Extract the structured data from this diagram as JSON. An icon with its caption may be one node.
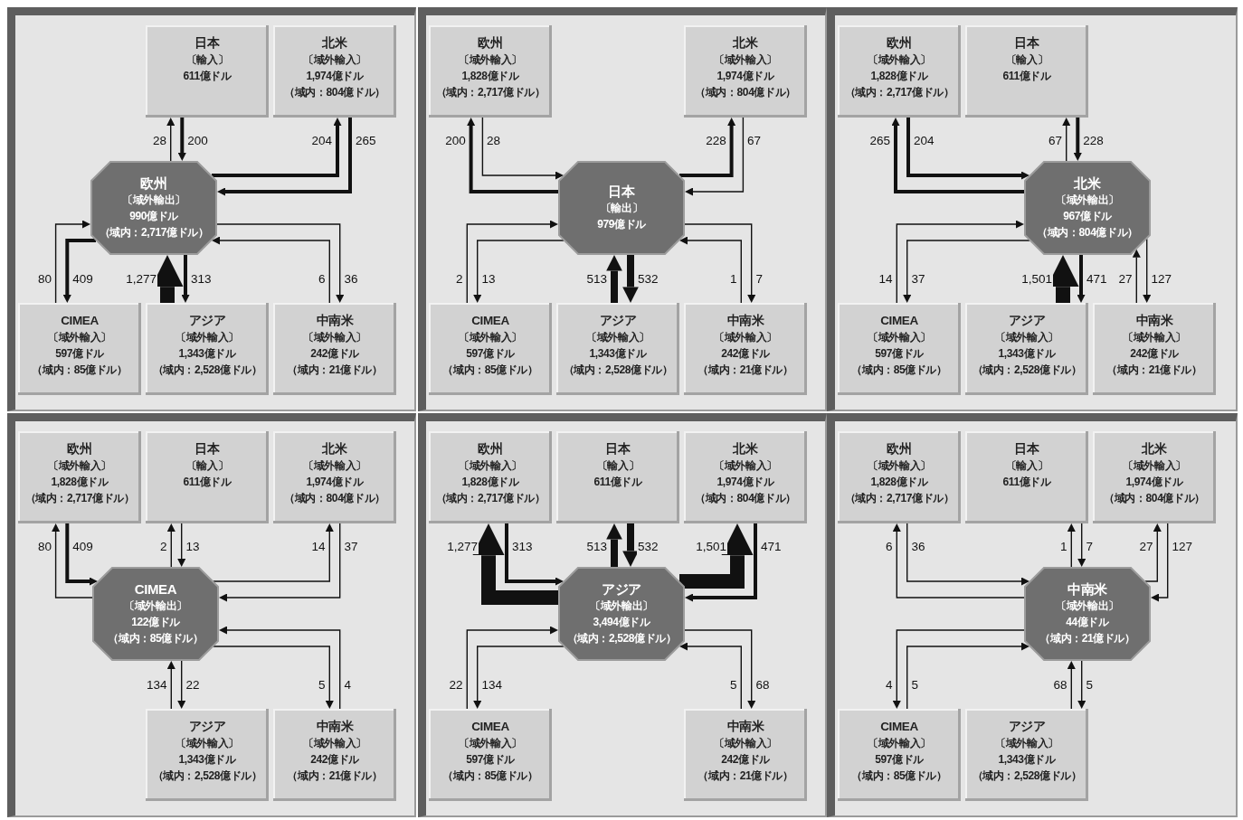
{
  "diagram": {
    "nodes": [
      {
        "text": [
          "日本",
          "〔輸入〕",
          "611億ドル"
        ]
      },
      {
        "text": [
          "北米",
          "〔域外輸入〕",
          "1,974億ドル",
          "（域内：804億ドル）"
        ]
      },
      {
        "text": [
          "欧州",
          "〔域外輸出〕",
          "990億ドル",
          "（域内：2,717億ドル）"
        ]
      },
      {
        "text": [
          "CIMEA",
          "〔域外輸入〕",
          "597億ドル",
          "（域内：85億ドル）"
        ]
      },
      {
        "text": [
          "アジア",
          "〔域外輸入〕",
          "1,343億ドル",
          "（域内：2,528億ドル）"
        ]
      },
      {
        "text": [
          "中南米",
          "〔域外輸入〕",
          "242億ドル",
          "（域内：21億ドル）"
        ]
      },
      {
        "text": [
          "欧州",
          "〔域外輸入〕",
          "1,828億ドル",
          "（域内：2,717億ドル）"
        ]
      },
      {
        "text": [
          "北米",
          "〔域外輸入〕",
          "1,974億ドル",
          "（域内：804億ドル）"
        ]
      },
      {
        "text": [
          "日本",
          "〔輸出〕",
          "979億ドル"
        ]
      },
      {
        "text": [
          "CIMEA",
          "〔域外輸入〕",
          "597億ドル",
          "（域内：85億ドル）"
        ]
      },
      {
        "text": [
          "アジア",
          "〔域外輸入〕",
          "1,343億ドル",
          "（域内：2,528億ドル）"
        ]
      },
      {
        "text": [
          "中南米",
          "〔域外輸入〕",
          "242億ドル",
          "（域内：21億ドル）"
        ]
      },
      {
        "text": [
          "欧州",
          "〔域外輸入〕",
          "1,828億ドル",
          "（域内：2,717億ドル）"
        ]
      },
      {
        "text": [
          "日本",
          "〔輸入〕",
          "611億ドル"
        ]
      },
      {
        "text": [
          "北米",
          "〔域外輸出〕",
          "967億ドル",
          "（域内：804億ドル）"
        ]
      },
      {
        "text": [
          "CIMEA",
          "〔域外輸入〕",
          "597億ドル",
          "（域内：85億ドル）"
        ]
      },
      {
        "text": [
          "アジア",
          "〔域外輸入〕",
          "1,343億ドル",
          "（域内：2,528億ドル）"
        ]
      },
      {
        "text": [
          "中南米",
          "〔域外輸入〕",
          "242億ドル",
          "（域内：21億ドル）"
        ]
      },
      {
        "text": [
          "欧州",
          "〔域外輸入〕",
          "1,828億ドル",
          "（域内：2,717億ドル）"
        ]
      },
      {
        "text": [
          "日本",
          "〔輸入〕",
          "611億ドル"
        ]
      },
      {
        "text": [
          "北米",
          "〔域外輸入〕",
          "1,974億ドル",
          "（域内：804億ドル）"
        ]
      },
      {
        "text": [
          "CIMEA",
          "〔域外輸出〕",
          "122億ドル",
          "（域内：85億ドル）"
        ]
      },
      {
        "text": [
          "アジア",
          "〔域外輸入〕",
          "1,343億ドル",
          "（域内：2,528億ドル）"
        ]
      },
      {
        "text": [
          "中南米",
          "〔域外輸入〕",
          "242億ドル",
          "（域内：21億ドル）"
        ]
      },
      {
        "text": [
          "欧州",
          "〔域外輸入〕",
          "1,828億ドル",
          "（域内：2,717億ドル）"
        ]
      },
      {
        "text": [
          "日本",
          "〔輸入〕",
          "611億ドル"
        ]
      },
      {
        "text": [
          "北米",
          "〔域外輸入〕",
          "1,974億ドル",
          "（域内：804億ドル）"
        ]
      },
      {
        "text": [
          "アジア",
          "〔域外輸出〕",
          "3,494億ドル",
          "（域内：2,528億ドル）"
        ]
      },
      {
        "text": [
          "CIMEA",
          "〔域外輸入〕",
          "597億ドル",
          "（域内：85億ドル）"
        ]
      },
      {
        "text": [
          "中南米",
          "〔域外輸入〕",
          "242億ドル",
          "（域内：21億ドル）"
        ]
      },
      {
        "text": [
          "欧州",
          "〔域外輸入〕",
          "1,828億ドル",
          "（域内：2,717億ドル）"
        ]
      },
      {
        "text": [
          "日本",
          "〔輸入〕",
          "611億ドル"
        ]
      },
      {
        "text": [
          "北米",
          "〔域外輸入〕",
          "1,974億ドル",
          "（域内：804億ドル）"
        ]
      },
      {
        "text": [
          "中南米",
          "〔域外輸出〕",
          "44億ドル",
          "（域内：21億ドル）"
        ]
      },
      {
        "text": [
          "CIMEA",
          "〔域外輸入〕",
          "597億ドル",
          "（域内：85億ドル）"
        ]
      },
      {
        "text": [
          "アジア",
          "〔域外輸入〕",
          "1,343億ドル",
          "（域内：2,528億ドル）"
        ]
      }
    ],
    "edges": [
      {
        "from": 2,
        "to": 0,
        "arrow": "to",
        "label": "28"
      },
      {
        "from": 0,
        "to": 2,
        "arrow": "to",
        "label": "200",
        "style": "thick"
      },
      {
        "from": 2,
        "to": 1,
        "arrow": "to",
        "label": "204",
        "style": "thick"
      },
      {
        "from": 1,
        "to": 2,
        "arrow": "to",
        "label": "265",
        "style": "thick"
      },
      {
        "from": 3,
        "to": 2,
        "arrow": "to",
        "label": "80"
      },
      {
        "from": 2,
        "to": 3,
        "arrow": "to",
        "label": "409",
        "style": "thick"
      },
      {
        "from": 4,
        "to": 2,
        "arrow": "to",
        "label": "1,277",
        "style": "thick"
      },
      {
        "from": 2,
        "to": 4,
        "arrow": "to",
        "label": "313",
        "style": "thick"
      },
      {
        "from": 5,
        "to": 2,
        "arrow": "to",
        "label": "6"
      },
      {
        "from": 2,
        "to": 5,
        "arrow": "to",
        "label": "36"
      },
      {
        "from": 8,
        "to": 6,
        "arrow": "to",
        "label": "200",
        "style": "thick"
      },
      {
        "from": 6,
        "to": 8,
        "arrow": "to",
        "label": "28"
      },
      {
        "from": 8,
        "to": 7,
        "arrow": "to",
        "label": "228",
        "style": "thick"
      },
      {
        "from": 7,
        "to": 8,
        "arrow": "to",
        "label": "67"
      },
      {
        "from": 9,
        "to": 8,
        "arrow": "to",
        "label": "2"
      },
      {
        "from": 8,
        "to": 9,
        "arrow": "to",
        "label": "13"
      },
      {
        "from": 10,
        "to": 8,
        "arrow": "to",
        "label": "513",
        "style": "thick"
      },
      {
        "from": 8,
        "to": 10,
        "arrow": "to",
        "label": "532",
        "style": "thick"
      },
      {
        "from": 11,
        "to": 8,
        "arrow": "to",
        "label": "1"
      },
      {
        "from": 8,
        "to": 11,
        "arrow": "to",
        "label": "7"
      },
      {
        "from": 14,
        "to": 12,
        "arrow": "to",
        "label": "265",
        "style": "thick"
      },
      {
        "from": 12,
        "to": 14,
        "arrow": "to",
        "label": "204",
        "style": "thick"
      },
      {
        "from": 14,
        "to": 13,
        "arrow": "to",
        "label": "67"
      },
      {
        "from": 13,
        "to": 14,
        "arrow": "to",
        "label": "228",
        "style": "thick"
      },
      {
        "from": 15,
        "to": 14,
        "arrow": "to",
        "label": "14"
      },
      {
        "from": 14,
        "to": 15,
        "arrow": "to",
        "label": "37"
      },
      {
        "from": 16,
        "to": 14,
        "arrow": "to",
        "label": "1,501",
        "style": "thick"
      },
      {
        "from": 14,
        "to": 16,
        "arrow": "to",
        "label": "471",
        "style": "thick"
      },
      {
        "from": 17,
        "to": 14,
        "arrow": "to",
        "label": "27"
      },
      {
        "from": 14,
        "to": 17,
        "arrow": "to",
        "label": "127"
      },
      {
        "from": 21,
        "to": 18,
        "arrow": "to",
        "label": "80"
      },
      {
        "from": 18,
        "to": 21,
        "arrow": "to",
        "label": "409",
        "style": "thick"
      },
      {
        "from": 21,
        "to": 19,
        "arrow": "to",
        "label": "2"
      },
      {
        "from": 19,
        "to": 21,
        "arrow": "to",
        "label": "13"
      },
      {
        "from": 21,
        "to": 20,
        "arrow": "to",
        "label": "14"
      },
      {
        "from": 20,
        "to": 21,
        "arrow": "to",
        "label": "37"
      },
      {
        "from": 22,
        "to": 21,
        "arrow": "to",
        "label": "134"
      },
      {
        "from": 21,
        "to": 22,
        "arrow": "to",
        "label": "22"
      },
      {
        "from": 21,
        "to": 23,
        "arrow": "to",
        "label": "5"
      },
      {
        "from": 23,
        "to": 21,
        "arrow": "to",
        "label": "4"
      },
      {
        "from": 27,
        "to": 24,
        "arrow": "to",
        "label": "1,277",
        "style": "thick"
      },
      {
        "from": 24,
        "to": 27,
        "arrow": "to",
        "label": "313",
        "style": "thick"
      },
      {
        "from": 27,
        "to": 25,
        "arrow": "to",
        "label": "513",
        "style": "thick"
      },
      {
        "from": 25,
        "to": 27,
        "arrow": "to",
        "label": "532",
        "style": "thick"
      },
      {
        "from": 27,
        "to": 26,
        "arrow": "to",
        "label": "1,501",
        "style": "thick"
      },
      {
        "from": 26,
        "to": 27,
        "arrow": "to",
        "label": "471",
        "style": "thick"
      },
      {
        "from": 28,
        "to": 27,
        "arrow": "to",
        "label": "22"
      },
      {
        "from": 27,
        "to": 28,
        "arrow": "to",
        "label": "134"
      },
      {
        "from": 29,
        "to": 27,
        "arrow": "to",
        "label": "5"
      },
      {
        "from": 27,
        "to": 29,
        "arrow": "to",
        "label": "68"
      },
      {
        "from": 33,
        "to": 30,
        "arrow": "to",
        "label": "6"
      },
      {
        "from": 30,
        "to": 33,
        "arrow": "to",
        "label": "36"
      },
      {
        "from": 33,
        "to": 31,
        "arrow": "to",
        "label": "1"
      },
      {
        "from": 31,
        "to": 33,
        "arrow": "to",
        "label": "7"
      },
      {
        "from": 33,
        "to": 32,
        "arrow": "to",
        "label": "27"
      },
      {
        "from": 32,
        "to": 33,
        "arrow": "to",
        "label": "127"
      },
      {
        "from": 33,
        "to": 34,
        "arrow": "to",
        "label": "4"
      },
      {
        "from": 34,
        "to": 33,
        "arrow": "to",
        "label": "5"
      },
      {
        "from": 35,
        "to": 33,
        "arrow": "to",
        "label": "68"
      },
      {
        "from": 33,
        "to": 35,
        "arrow": "to",
        "label": "5"
      }
    ]
  }
}
